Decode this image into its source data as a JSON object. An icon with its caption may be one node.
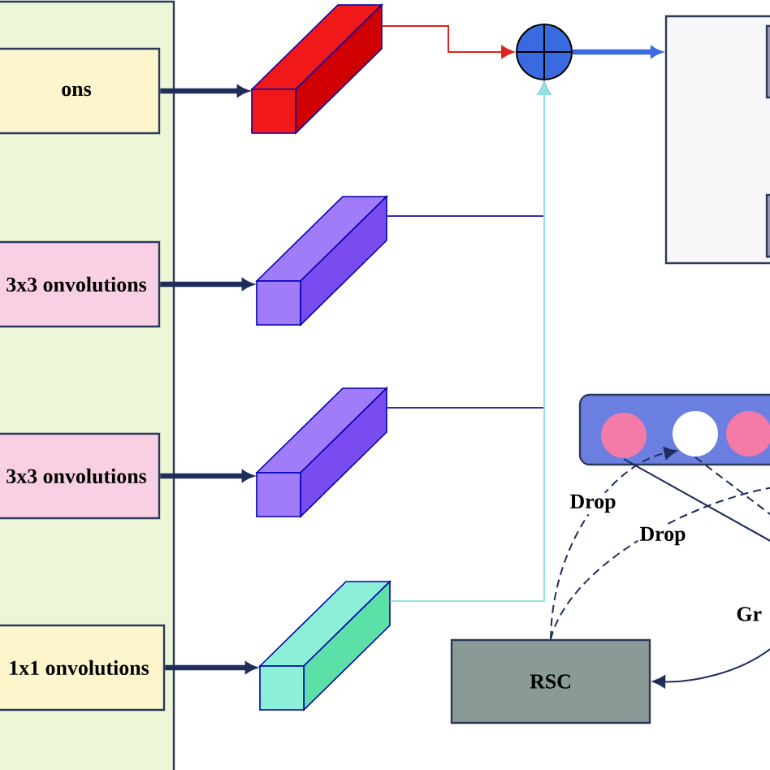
{
  "diagram": {
    "nodes": [
      {
        "text": [],
        "shape": "box"
      },
      {
        "text": [
          "ons"
        ],
        "in": 0
      },
      {
        "text": [
          "3x3 onvolutions"
        ],
        "in": 0
      },
      {
        "text": [
          "3x3 onvolutions"
        ],
        "in": 0
      },
      {
        "text": [
          "1x1 onvolutions"
        ],
        "in": 0
      },
      {
        "text": [],
        "shape": "cuboid"
      },
      {
        "text": [],
        "shape": "cuboid"
      },
      {
        "text": [],
        "shape": "cuboid"
      },
      {
        "text": [],
        "shape": "cuboid"
      },
      {
        "text": [],
        "shape": "circle"
      },
      {
        "text": [],
        "shape": "box"
      },
      {
        "text": [],
        "shape": "box",
        "in": 10
      },
      {
        "text": [],
        "shape": "box",
        "in": 10
      },
      {
        "text": [],
        "shape": "box"
      },
      {
        "text": [],
        "shape": "circle",
        "in": 13
      },
      {
        "text": [],
        "shape": "circle",
        "in": 13
      },
      {
        "text": [],
        "shape": "circle",
        "in": 13
      },
      {
        "text": [
          "RSC"
        ]
      }
    ],
    "edges": [
      {
        "from": 1,
        "to": 5,
        "arrow": "to",
        "style": "thick"
      },
      {
        "from": 2,
        "to": 6,
        "arrow": "to",
        "style": "thick"
      },
      {
        "from": 3,
        "to": 7,
        "arrow": "to",
        "style": "thick"
      },
      {
        "from": 4,
        "to": 8,
        "arrow": "to",
        "style": "thick"
      },
      {
        "from": 5,
        "to": 9,
        "arrow": "to",
        "color": "#e02020"
      },
      {
        "from": 6,
        "to": 9,
        "arrow": "to",
        "color": "#3a2aa8"
      },
      {
        "from": 7,
        "to": 9,
        "arrow": "to",
        "color": "#3a2aa8"
      },
      {
        "from": 8,
        "to": 9,
        "arrow": "to",
        "color": "#8fe3e0"
      },
      {
        "from": 9,
        "to": 10,
        "arrow": "to",
        "style": "thick",
        "color": "#3a6ae0"
      },
      {
        "from": 17,
        "to": 15,
        "arrow": "to",
        "style": "dashed",
        "label": "Drop"
      },
      {
        "from": 17,
        "to": null,
        "arrow": "none",
        "style": "dashed",
        "label": "Drop"
      },
      {
        "from": 15,
        "to": null,
        "arrow": "none",
        "style": "dashed"
      },
      {
        "from": 14,
        "to": null,
        "arrow": "none"
      },
      {
        "from": null,
        "to": 17,
        "arrow": "to",
        "label": "Gr"
      }
    ]
  }
}
